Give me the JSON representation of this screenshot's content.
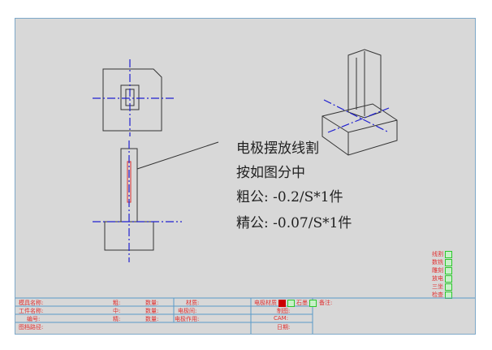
{
  "notes": [
    "电极摆放线割",
    "按如图分中",
    "粗公: -0.2/S*1件",
    "精公: -0.07/S*1件"
  ],
  "checklist": [
    "线割",
    "数铣",
    "雕刻",
    "放电",
    "三坐",
    "检查"
  ],
  "title_block": {
    "row1": [
      "模具名称:",
      "粗:",
      "数量:",
      "材质:"
    ],
    "row2": [
      "工件名称:",
      "中:",
      "数量:",
      "电极间:"
    ],
    "row3": [
      "编号:",
      "精:",
      "数量:",
      "电极作用:"
    ],
    "row4": [
      "图档路径:"
    ],
    "elec_material": "电极材质",
    "graphite": "石墨",
    "remark": "备注:",
    "drawn": "制图:",
    "cam": "CAM:",
    "date": "日期:"
  },
  "colors": {
    "center_line": "#2020d0",
    "tb_text": "#e03030",
    "tb_line": "#5a9ac8"
  }
}
